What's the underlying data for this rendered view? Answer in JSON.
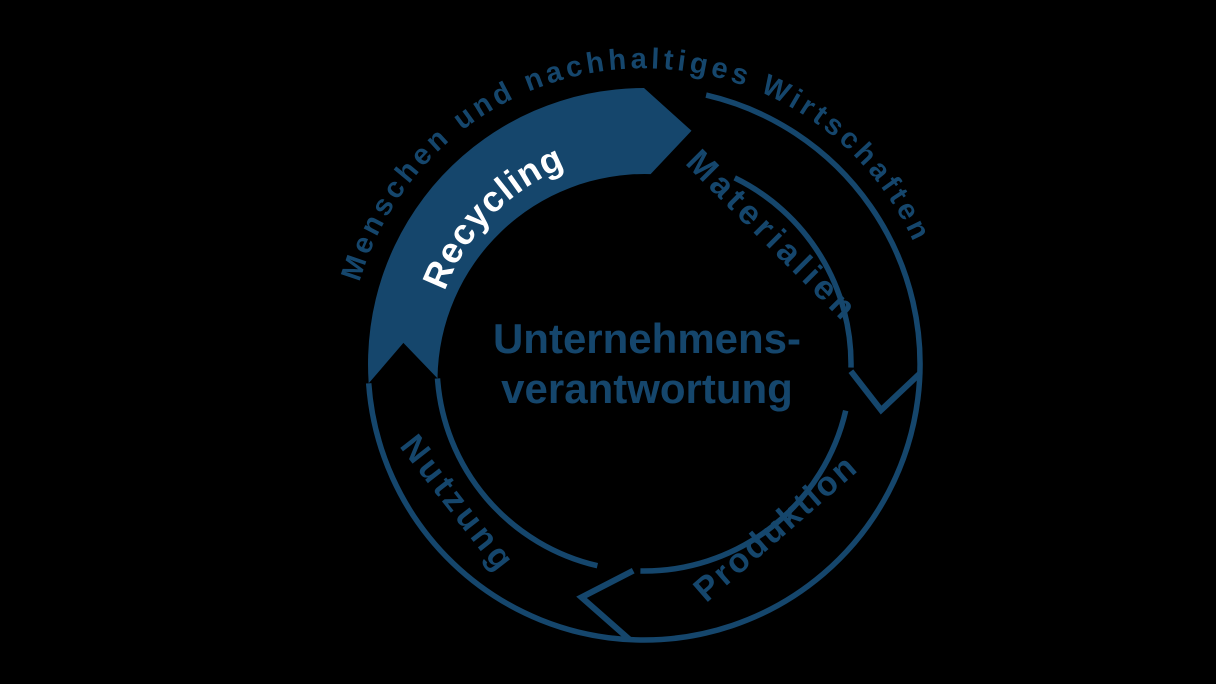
{
  "page": {
    "background_color": "#000000"
  },
  "colors": {
    "navy": "#15466C",
    "white": "#FFFFFF"
  },
  "diagram": {
    "type": "cycle",
    "outer_text": "Menschen und nachhaltiges Wirtschaften",
    "center_label": {
      "line1": "Unternehmens-",
      "line2": "verantwortung"
    },
    "segments": [
      {
        "label": "Recycling",
        "position": "top-left",
        "highlighted": true,
        "text_color": "#FFFFFF"
      },
      {
        "label": "Materialien",
        "position": "top-right",
        "highlighted": false,
        "text_color": "#15466C"
      },
      {
        "label": "Produktion",
        "position": "bottom-right",
        "highlighted": false,
        "text_color": "#15466C"
      },
      {
        "label": "Nutzung",
        "position": "bottom-left",
        "highlighted": false,
        "text_color": "#15466C"
      }
    ],
    "flow_direction": "clockwise"
  }
}
